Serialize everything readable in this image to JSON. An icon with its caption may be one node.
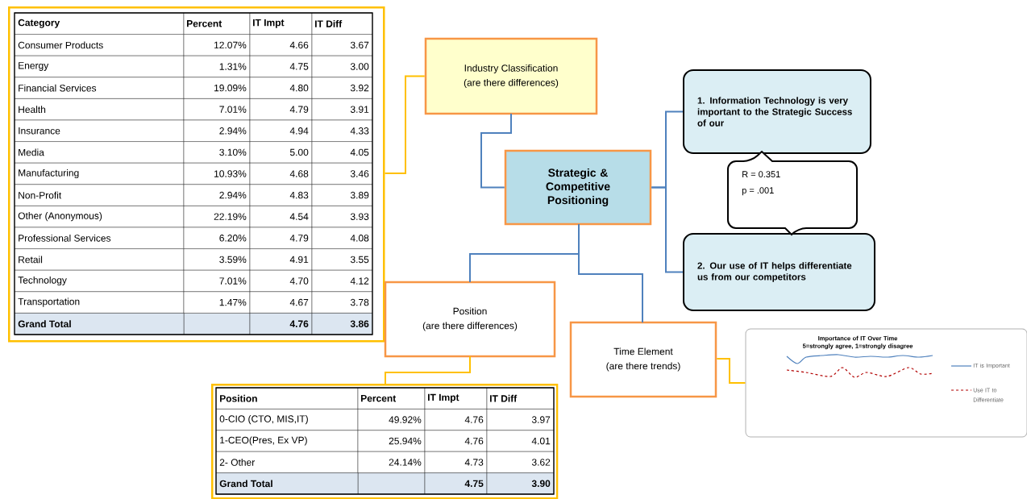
{
  "diagram": {
    "nodes": [
      {
        "text": [
          "Category",
          "Percent",
          "IT Impt",
          "IT Diff",
          "Consumer Products",
          "12.07%",
          "4.66",
          "3.67",
          "Energy",
          "1.31%",
          "4.75",
          "3.00",
          "Financial Services",
          "19.09%",
          "4.80",
          "3.92",
          "Health",
          "7.01%",
          "4.79",
          "3.91",
          "Insurance",
          "2.94%",
          "4.94",
          "4.33",
          "Media",
          "3.10%",
          "5.00",
          "4.05",
          "Manufacturing",
          "10.93%",
          "4.68",
          "3.46",
          "Non-Profit",
          "2.94%",
          "4.83",
          "3.89",
          "Other (Anonymous)",
          "22.19%",
          "4.54",
          "3.93",
          "Professional Services",
          "6.20%",
          "4.79",
          "4.08",
          "Retail",
          "3.59%",
          "4.91",
          "3.55",
          "Technology",
          "7.01%",
          "4.70",
          "4.12",
          "Transportation",
          "1.47%",
          "4.67",
          "3.78",
          "Grand Total",
          "4.76",
          "3.86"
        ]
      },
      {
        "text": [
          "Industry Classification",
          "(are there differences)"
        ]
      },
      {
        "text": [
          "Strategic & Competitive Positioning"
        ]
      },
      {
        "text": [
          "1. Information Technology is very important to the Strategic Success of our"
        ]
      },
      {
        "text": [
          "R = 0.351",
          "p = .001"
        ]
      },
      {
        "text": [
          "2. Our use of IT helps differentiate us from our competitors"
        ]
      },
      {
        "text": [
          "Position",
          "(are there differences)"
        ]
      },
      {
        "text": [
          "Position",
          "Percent",
          "IT Impt",
          "IT Diff",
          "0-CIO (CTO, MIS,IT)",
          "49.92%",
          "4.76",
          "3.97",
          "1-CEO(Pres, Ex VP)",
          "25.94%",
          "4.76",
          "4.01",
          "2- Other",
          "24.14%",
          "4.73",
          "3.62",
          "Grand Total",
          "4.75",
          "3.90"
        ]
      },
      {
        "text": [
          "Time Element",
          "(are there trends)"
        ]
      },
      {
        "text": [
          "Importance of IT Over Time 5=strongly agree, 1=strongly disagree"
        ]
      }
    ],
    "edges": [
      {
        "from": 0,
        "to": 1,
        "arrow": "none",
        "color": "#ffc000"
      },
      {
        "from": 1,
        "to": 2,
        "arrow": "none"
      },
      {
        "from": 2,
        "to": 3,
        "arrow": "none"
      },
      {
        "from": 2,
        "to": 5,
        "arrow": "none"
      },
      {
        "from": 2,
        "to": 6,
        "arrow": "none"
      },
      {
        "from": 2,
        "to": 8,
        "arrow": "none"
      },
      {
        "from": 6,
        "to": 7,
        "arrow": "none",
        "color": "#ffc000"
      },
      {
        "from": 8,
        "to": 9,
        "arrow": "none",
        "color": "#ffc000"
      }
    ],
    "legend": [
      {
        "text": "IT is Important"
      },
      {
        "text": "Use IT to Differentiate"
      }
    ]
  }
}
